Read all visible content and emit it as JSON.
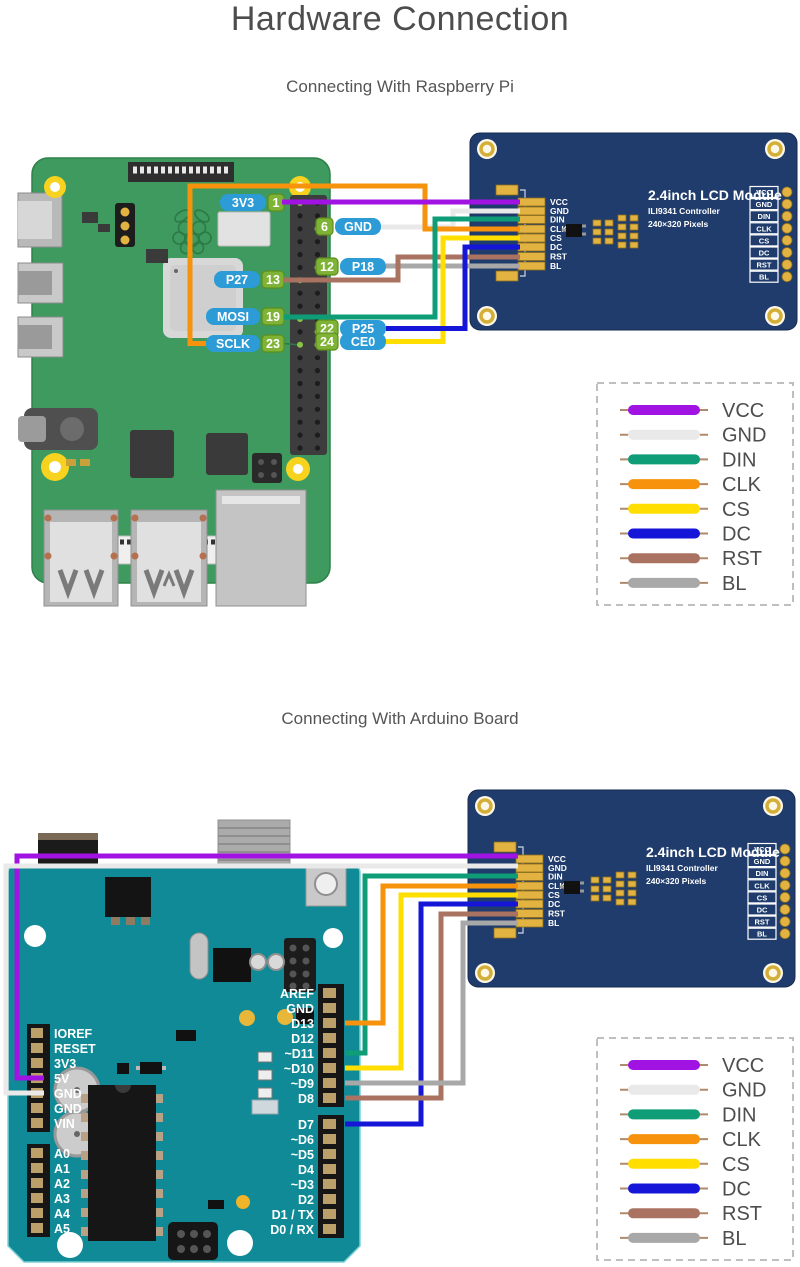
{
  "page": {
    "title": "Hardware Connection"
  },
  "sections": [
    {
      "subtitle": "Connecting With Raspberry Pi"
    },
    {
      "subtitle": "Connecting With Arduino Board"
    }
  ],
  "signals": [
    {
      "name": "VCC",
      "color": "#a013e3"
    },
    {
      "name": "GND",
      "color": "#e9e9e9"
    },
    {
      "name": "DIN",
      "color": "#0f9d78"
    },
    {
      "name": "CLK",
      "color": "#f6920b"
    },
    {
      "name": "CS",
      "color": "#ffde00"
    },
    {
      "name": "DC",
      "color": "#1616d8"
    },
    {
      "name": "RST",
      "color": "#aa7361"
    },
    {
      "name": "BL",
      "color": "#a8a8a8"
    }
  ],
  "lcd": {
    "title": "2.4inch LCD Module",
    "controller": "ILI9341 Controller",
    "resolution": "240×320 Pixels",
    "board_color": "#1f3c6c"
  },
  "raspberry_pi": {
    "board_color": "#3e9a5e",
    "pins": [
      {
        "func": "3V3",
        "num": "1"
      },
      {
        "num": "6",
        "func": "GND"
      },
      {
        "num": "12",
        "func": "P18"
      },
      {
        "func": "P27",
        "num": "13"
      },
      {
        "func": "MOSI",
        "num": "19"
      },
      {
        "num": "22",
        "func": "P25"
      },
      {
        "num": "24",
        "func": "CE0"
      },
      {
        "func": "SCLK",
        "num": "23"
      }
    ]
  },
  "arduino": {
    "board_color": "#0f8a96",
    "left_pins": [
      "IOREF",
      "RESET",
      "3V3",
      "5V",
      "GND",
      "GND",
      "VIN",
      "A0",
      "A1",
      "A2",
      "A3",
      "A4",
      "A5"
    ],
    "right_pins": [
      "AREF",
      "GND",
      "D13",
      "D12",
      "~D11",
      "~D10",
      "~D9",
      "D8",
      "D7",
      "~D6",
      "~D5",
      "D4",
      "~D3",
      "D2",
      "D1 / TX",
      "D0 / RX"
    ]
  }
}
